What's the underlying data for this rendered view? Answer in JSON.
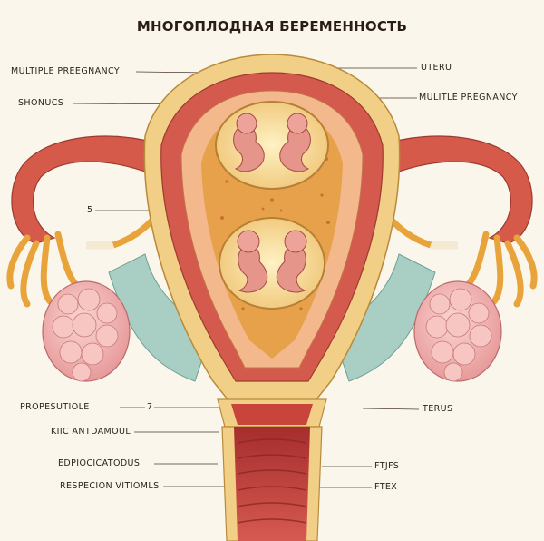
{
  "title": "МНОГОПЛОДНАЯ БЕРЕМЕННОСТЬ",
  "labels_left": [
    "MULTIPLE PREEGNANCY",
    "SHONUCS",
    "5",
    "PROPESUTIOLE",
    "7",
    "KIIC ANTDAMOUL",
    "EDPIOCICATODUS",
    "RESPECION VITIOMLS"
  ],
  "labels_right": [
    "UTERU",
    "MULITLE PREGNANCY",
    "TERUS",
    "FTJFS",
    "FTEX"
  ]
}
